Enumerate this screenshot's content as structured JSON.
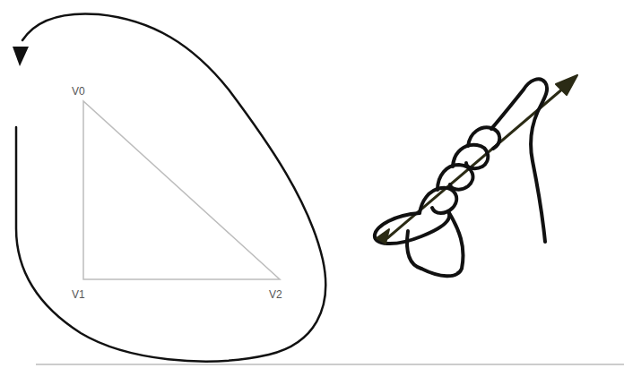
{
  "diagram": {
    "labels": [
      "V0",
      "V1",
      "V2"
    ]
  }
}
